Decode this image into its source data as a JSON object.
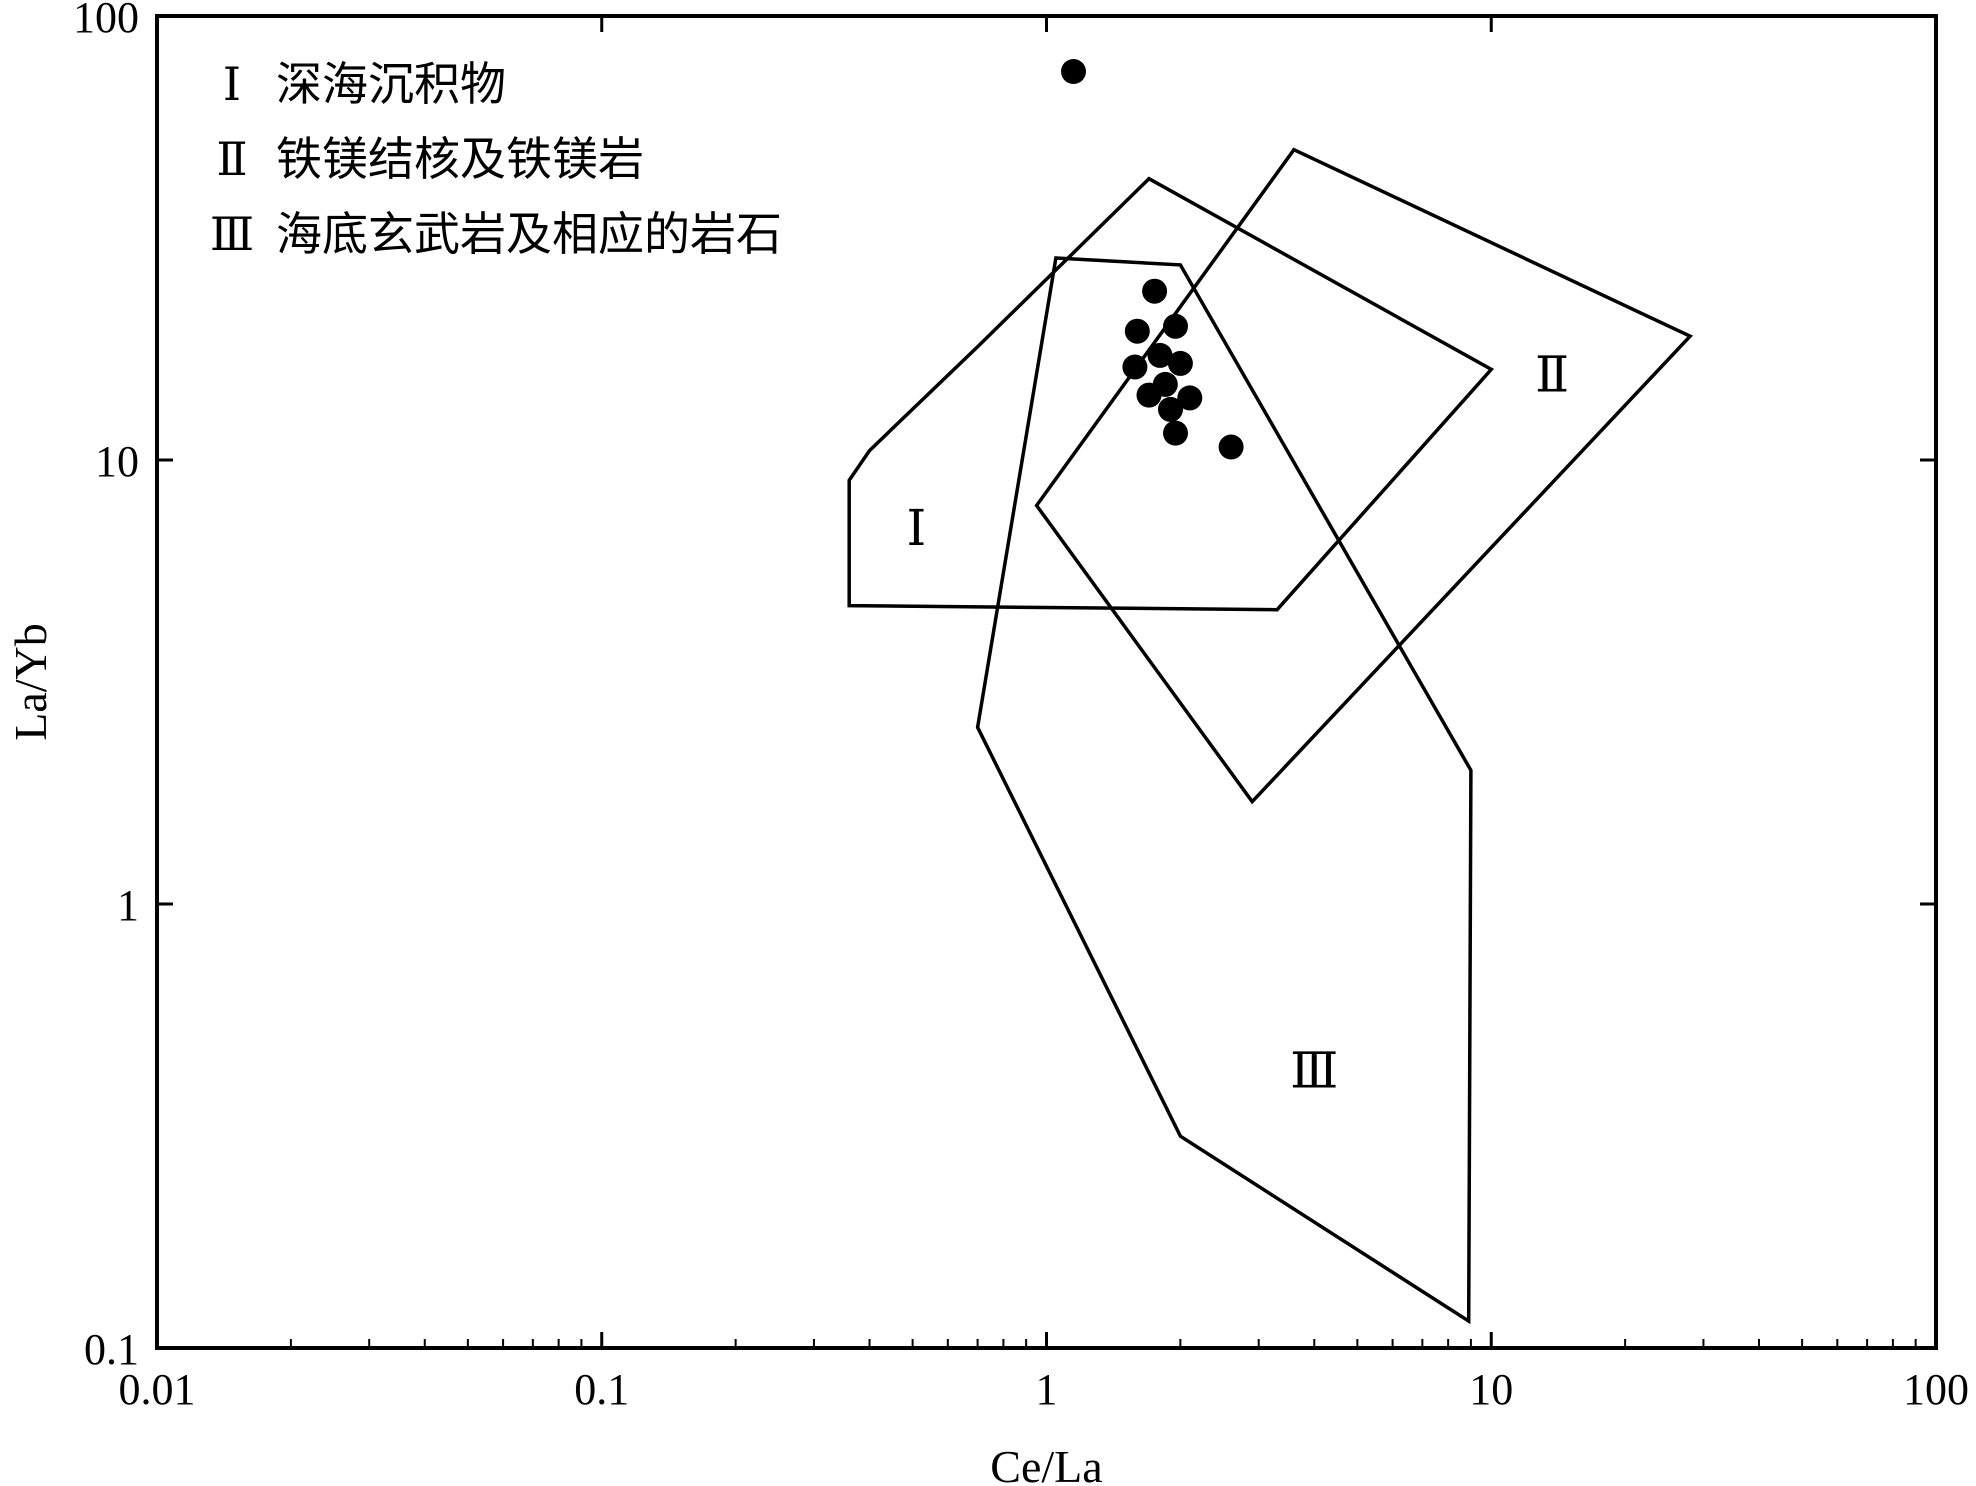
{
  "chart_data": {
    "type": "scatter",
    "xlabel": "Ce/La",
    "ylabel": "La/Yb",
    "xscale": "log",
    "yscale": "log",
    "xlim": [
      0.01,
      100
    ],
    "ylim": [
      0.1,
      100
    ],
    "x_tick_values": [
      0.01,
      0.1,
      1,
      10,
      100
    ],
    "x_tick_labels": [
      "0.01",
      "0.1",
      "1",
      "10",
      "100"
    ],
    "y_tick_values": [
      0.1,
      1,
      10,
      100
    ],
    "y_tick_labels": [
      "0.1",
      "1",
      "10",
      "100"
    ],
    "grid": false,
    "legend_position": "top-left",
    "legend": [
      {
        "key": "Ⅰ",
        "text": "深海沉积物"
      },
      {
        "key": "Ⅱ",
        "text": "铁镁结核及铁镁岩"
      },
      {
        "key": "Ⅲ",
        "text": "海底玄武岩及相应的岩石"
      }
    ],
    "regions": [
      {
        "label": "Ⅰ",
        "label_pos": [
          0.51,
          7.0
        ],
        "points": [
          [
            0.36,
            4.7
          ],
          [
            0.36,
            9.0
          ],
          [
            0.4,
            10.5
          ],
          [
            0.7,
            18.0
          ],
          [
            1.7,
            43.0
          ],
          [
            10.0,
            16.0
          ],
          [
            3.3,
            4.6
          ]
        ]
      },
      {
        "label": "Ⅱ",
        "label_pos": [
          13.7,
          15.5
        ],
        "points": [
          [
            0.95,
            7.9
          ],
          [
            3.6,
            50.0
          ],
          [
            28.0,
            19.0
          ],
          [
            2.9,
            1.7
          ]
        ]
      },
      {
        "label": "Ⅲ",
        "label_pos": [
          4.0,
          0.42
        ],
        "points": [
          [
            1.05,
            28.5
          ],
          [
            2.0,
            27.5
          ],
          [
            9.0,
            2.0
          ],
          [
            8.9,
            0.115
          ],
          [
            2.0,
            0.3
          ],
          [
            0.7,
            2.5
          ]
        ]
      }
    ],
    "points": [
      [
        1.15,
        75.0
      ],
      [
        1.75,
        24.0
      ],
      [
        1.6,
        19.5
      ],
      [
        1.95,
        20.0
      ],
      [
        1.8,
        17.2
      ],
      [
        2.0,
        16.5
      ],
      [
        1.58,
        16.2
      ],
      [
        1.85,
        14.8
      ],
      [
        1.7,
        14.0
      ],
      [
        2.1,
        13.8
      ],
      [
        1.9,
        13.0
      ],
      [
        1.95,
        11.5
      ],
      [
        2.6,
        10.7
      ]
    ]
  }
}
